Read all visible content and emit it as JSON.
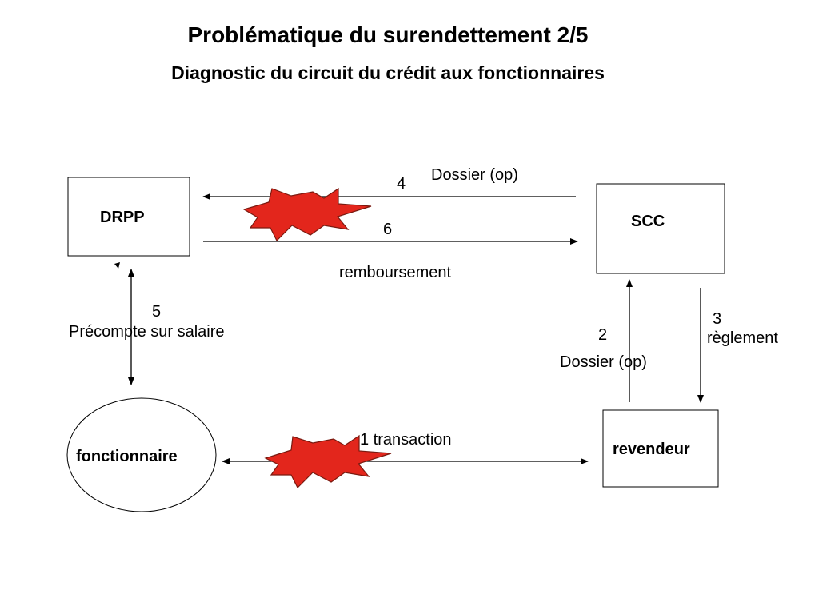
{
  "title": "Problématique du surendettement 2/5",
  "subtitle": "Diagnostic du circuit du crédit aux fonctionnaires",
  "nodes": {
    "drpp": "DRPP",
    "scc": "SCC",
    "fonctionnaire": "fonctionnaire",
    "revendeur": "revendeur"
  },
  "flows": {
    "step1": {
      "number": "1",
      "label": "1 transaction"
    },
    "step2": {
      "number": "2",
      "label": "Dossier (op)"
    },
    "step3": {
      "number": "3",
      "label": "règlement"
    },
    "step4": {
      "number": "4",
      "label": "Dossier (op)"
    },
    "step5": {
      "number": "5",
      "label": "Précompte sur salaire"
    },
    "step6": {
      "number": "6",
      "label": "remboursement"
    }
  },
  "colors": {
    "starburst": "#e3261c",
    "stroke": "#000000"
  },
  "markers": [
    "starburst-alert-top",
    "starburst-alert-bottom"
  ]
}
